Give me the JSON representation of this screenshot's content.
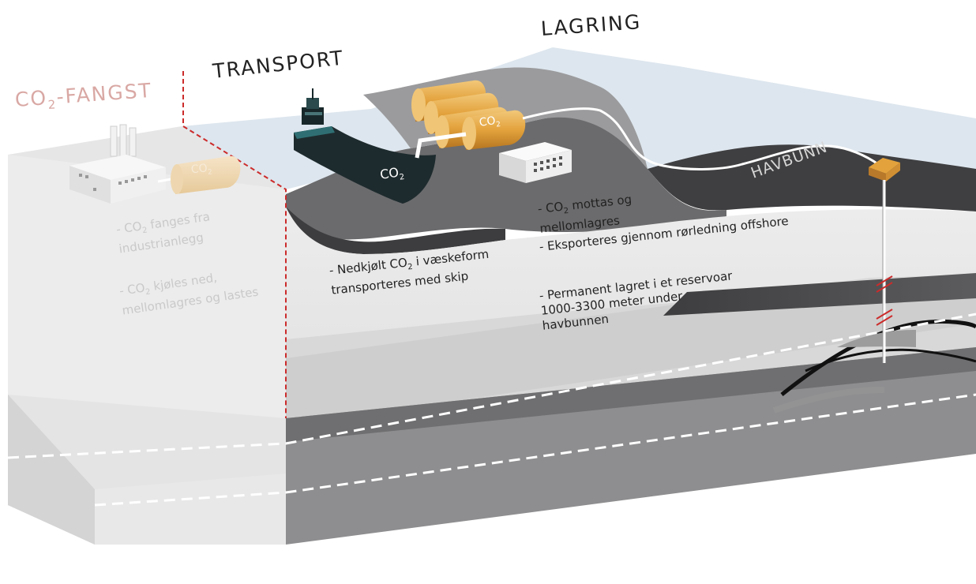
{
  "sections": {
    "capture": {
      "prefix": "CO",
      "sub": "2",
      "suffix": "-FANGST"
    },
    "transport": {
      "title": "TRANSPORT"
    },
    "storage": {
      "title": "LAGRING"
    }
  },
  "capture_notes": {
    "note1": {
      "dash": "- CO",
      "sub": "2",
      "rest": " fanges fra",
      "line2": "industrianlegg"
    },
    "note2": {
      "dash": "- CO",
      "sub": "2",
      "rest": " kjøles ned,",
      "line2": "mellomlagres og lastes"
    }
  },
  "transport_note": {
    "dash": "- Nedkjølt CO",
    "sub": "2",
    "rest": " i væskeform",
    "line2": "transporteres med skip"
  },
  "storage_notes": {
    "note1": {
      "dash": "- CO",
      "sub": "2",
      "rest": " mottas og",
      "line2": "mellomlagres"
    },
    "note2": {
      "text": "- Eksporteres gjennom rørledning offshore"
    },
    "note3": {
      "line1": "- Permanent lagret i et reservoar",
      "line2": "1000-3300  meter under",
      "line3": "havbunnen"
    }
  },
  "tank_labels": {
    "capture": {
      "main": "CO",
      "sub": "2"
    },
    "storage": {
      "main": "CO",
      "sub": "2"
    }
  },
  "ship_label": {
    "main": "CO",
    "sub": "2"
  },
  "seabed_label": "HAVBUNN",
  "colors": {
    "ocean": "#dfe7ef",
    "seabed_dark": "#4a4a4c",
    "block_light": "#ececec",
    "block_mid": "#d6d6d6",
    "tank_orange": "#e3a23c",
    "boundary_red": "#cc2b2b",
    "ship_dark": "#1f2d30"
  },
  "icons": [
    "factory-icon",
    "ship-icon",
    "storage-tank-icon",
    "terminal-building-icon",
    "subsea-template-icon",
    "pipeline-icon",
    "well-icon"
  ]
}
